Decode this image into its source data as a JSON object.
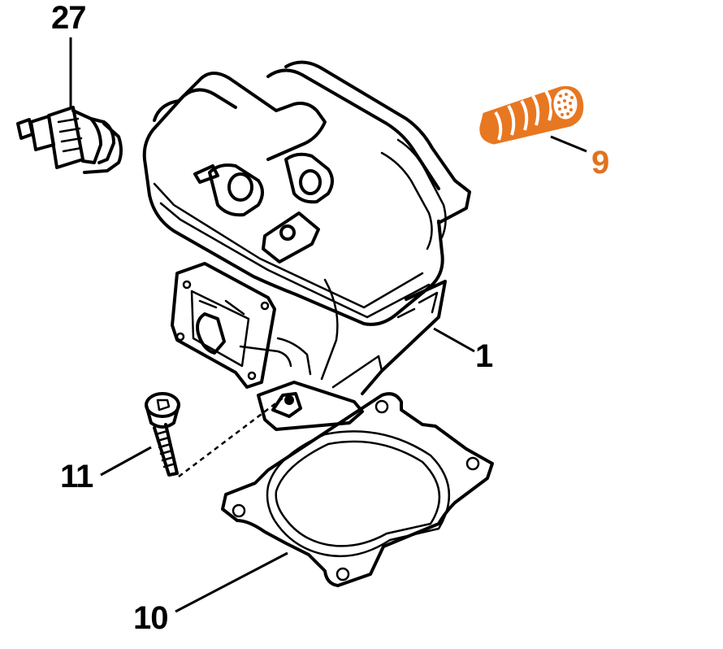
{
  "callouts": {
    "spark_plug": "27",
    "filter": "9",
    "cylinder": "1",
    "screw": "11",
    "gasket": "10"
  },
  "colors": {
    "line": "#000000",
    "highlight": "#e87722",
    "highlight_text": "#e0731e",
    "background": "#ffffff"
  }
}
